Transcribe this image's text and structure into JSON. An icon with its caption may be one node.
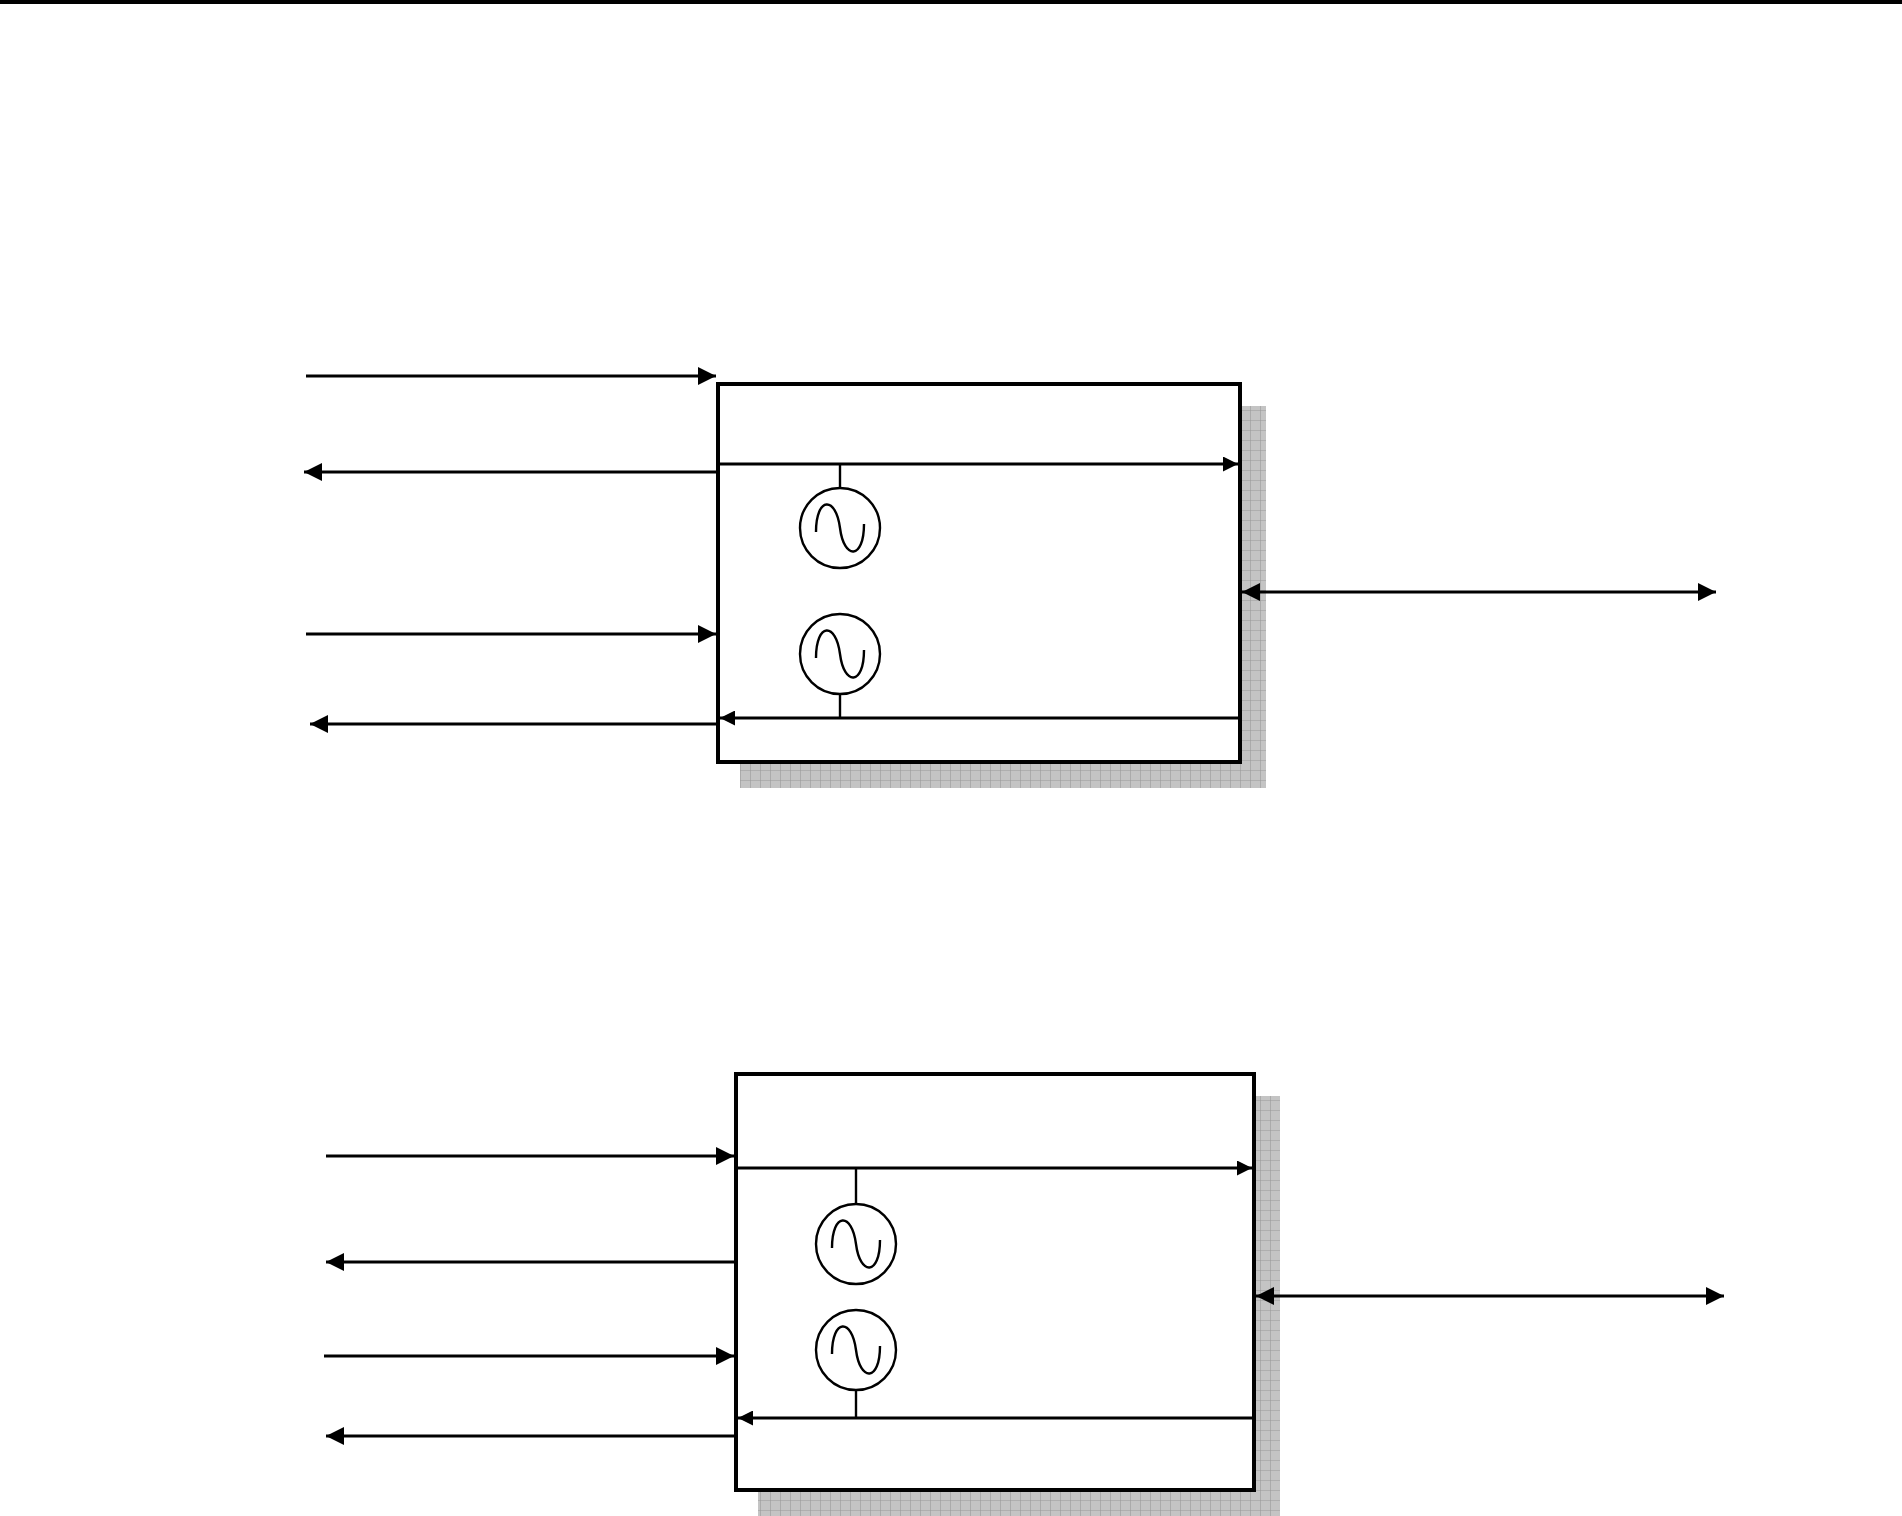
{
  "diagram": {
    "nodes": [
      {
        "text": [],
        "shape": "box"
      },
      {
        "text": [],
        "shape": "box"
      }
    ],
    "edges": [
      {
        "from": null,
        "to": 0,
        "arrow": "to"
      },
      {
        "from": 0,
        "to": null,
        "arrow": "to"
      },
      {
        "from": null,
        "to": 0,
        "arrow": "to"
      },
      {
        "from": 0,
        "to": null,
        "arrow": "to"
      },
      {
        "from": 0,
        "to": null,
        "arrow": "both"
      },
      {
        "from": null,
        "to": 1,
        "arrow": "to"
      },
      {
        "from": 1,
        "to": null,
        "arrow": "to"
      },
      {
        "from": null,
        "to": 1,
        "arrow": "to"
      },
      {
        "from": 1,
        "to": null,
        "arrow": "to"
      },
      {
        "from": 1,
        "to": null,
        "arrow": "both"
      }
    ]
  }
}
